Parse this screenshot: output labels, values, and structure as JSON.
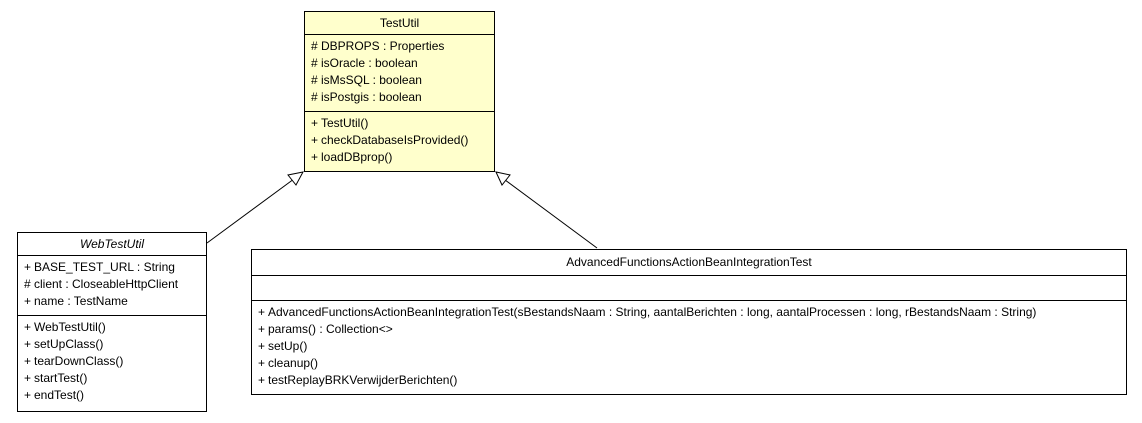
{
  "classes": {
    "testutil": {
      "name": "TestUtil",
      "attributes": [
        {
          "vis": "#",
          "text": "DBPROPS : Properties"
        },
        {
          "vis": "#",
          "text": "isOracle : boolean"
        },
        {
          "vis": "#",
          "text": "isMsSQL : boolean"
        },
        {
          "vis": "#",
          "text": "isPostgis : boolean"
        }
      ],
      "operations": [
        {
          "vis": "+",
          "text": "TestUtil()"
        },
        {
          "vis": "+",
          "text": "checkDatabaseIsProvided()"
        },
        {
          "vis": "+",
          "text": "loadDBprop()"
        }
      ]
    },
    "webtestutil": {
      "name": "WebTestUtil",
      "attributes": [
        {
          "vis": "+",
          "text": "BASE_TEST_URL : String"
        },
        {
          "vis": "#",
          "text": "client : CloseableHttpClient"
        },
        {
          "vis": "+",
          "text": "name : TestName"
        }
      ],
      "operations": [
        {
          "vis": "+",
          "text": "WebTestUtil()"
        },
        {
          "vis": "+",
          "text": "setUpClass()"
        },
        {
          "vis": "+",
          "text": "tearDownClass()"
        },
        {
          "vis": "+",
          "text": "startTest()"
        },
        {
          "vis": "+",
          "text": "endTest()"
        }
      ]
    },
    "advanced": {
      "name": "AdvancedFunctionsActionBeanIntegrationTest",
      "attributes": [],
      "operations": [
        {
          "vis": "+",
          "text": "AdvancedFunctionsActionBeanIntegrationTest(sBestandsNaam : String, aantalBerichten : long, aantalProcessen : long, rBestandsNaam : String)"
        },
        {
          "vis": "+",
          "text": "params() : Collection<>"
        },
        {
          "vis": "+",
          "text": "setUp()"
        },
        {
          "vis": "+",
          "text": "cleanup()"
        },
        {
          "vis": "+",
          "text": "testReplayBRKVerwijderBerichten()"
        }
      ]
    }
  }
}
